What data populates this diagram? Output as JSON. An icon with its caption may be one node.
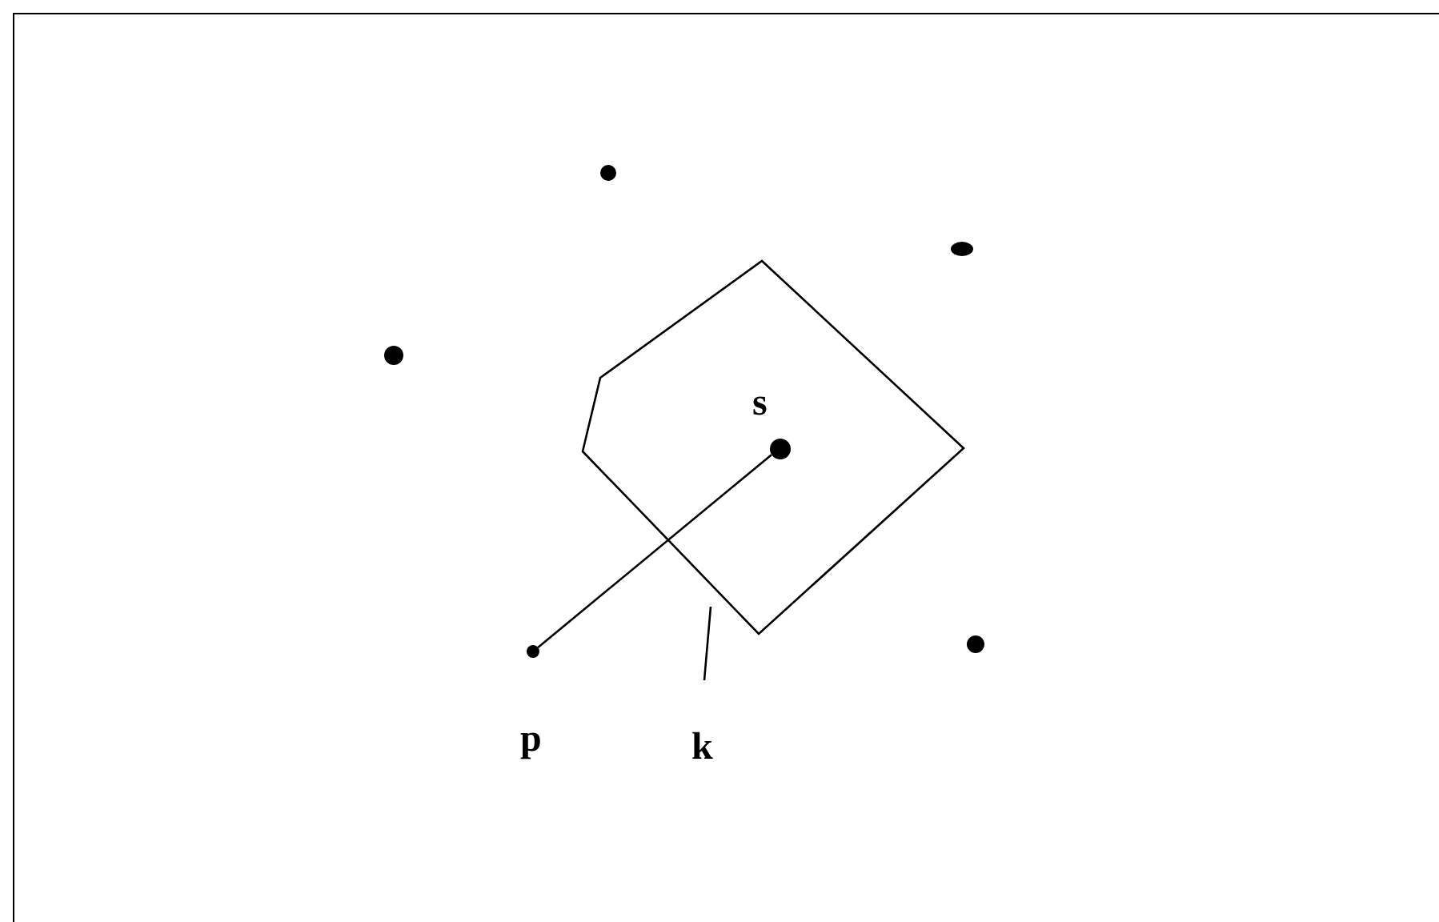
{
  "diagram": {
    "nodes": [
      {
        "text": [],
        "shape": "circle"
      },
      {
        "text": [],
        "shape": "circle"
      },
      {
        "text": [],
        "shape": "polygon"
      },
      {
        "text": [],
        "shape": "circle"
      },
      {
        "text": [],
        "shape": "circle",
        "beside": [
          "s"
        ],
        "in": 2
      },
      {
        "text": [],
        "shape": "circle"
      },
      {
        "text": [],
        "shape": "circle",
        "beside": [
          "p"
        ]
      },
      {
        "text": [
          "k"
        ]
      }
    ],
    "edges": [
      {
        "from": 6,
        "to": 4,
        "arrow": "none"
      },
      {
        "from": 7,
        "to": 2,
        "arrow": "none"
      }
    ]
  }
}
